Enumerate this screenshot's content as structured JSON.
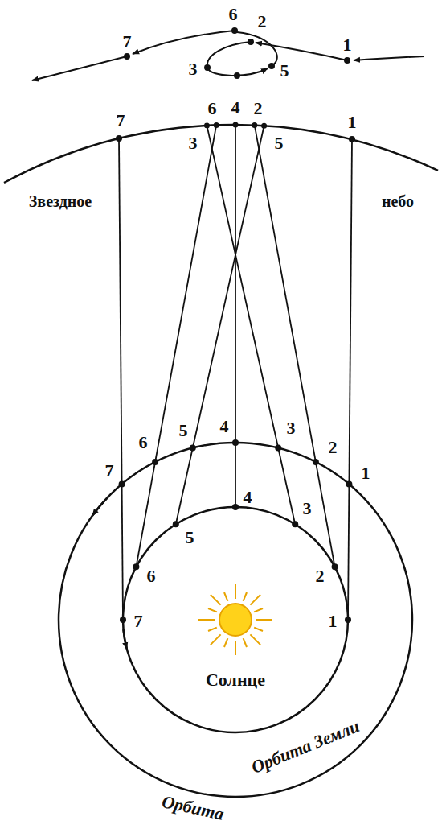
{
  "diagram": {
    "labels": [
      "7",
      "6",
      "2",
      "3",
      "5",
      "1",
      "7",
      "6",
      "4",
      "2",
      "3",
      "5",
      "1",
      "Звездное",
      "небо",
      "7",
      "6",
      "5",
      "4",
      "3",
      "2",
      "1",
      "5",
      "4",
      "3",
      "2",
      "6",
      "7",
      "1",
      "Солнце",
      "Орбита Земли",
      "Орбита"
    ]
  }
}
